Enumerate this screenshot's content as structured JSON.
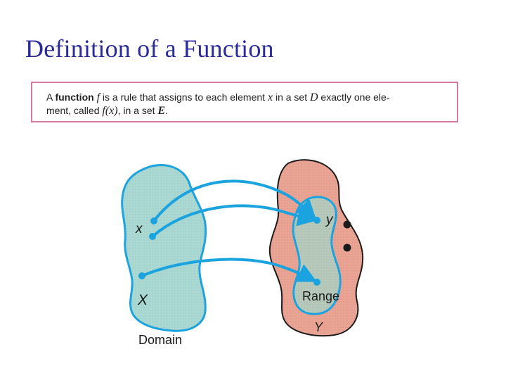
{
  "slide": {
    "title": "Definition of a Function"
  },
  "definition": {
    "a": "A ",
    "function_word": "function",
    "f1": "f",
    "t1": " is a rule that assigns to each element ",
    "x1": "x",
    "t2": " in a set ",
    "D": "D",
    "t3": " exactly one ele-",
    "t4": "ment, called ",
    "fx": "f",
    "paren": "(x)",
    "t5": ", in a set ",
    "E": "E",
    "t6": "."
  },
  "diagram": {
    "x_label": "x",
    "X_label": "X",
    "domain_label": "Domain",
    "y_label": "y",
    "range_label": "Range",
    "Y_label": "Y"
  },
  "colors": {
    "title": "#2a2a9a",
    "box_border": "#d77aa2",
    "domain_fill": "#a9d7d2",
    "domain_border": "#1aa3df",
    "codomain_fill": "#e9a291",
    "codomain_border": "#1a1a1a",
    "range_fill": "#b5c8b9",
    "arrow": "#1aa3df",
    "dot": "#1a1a1a"
  }
}
